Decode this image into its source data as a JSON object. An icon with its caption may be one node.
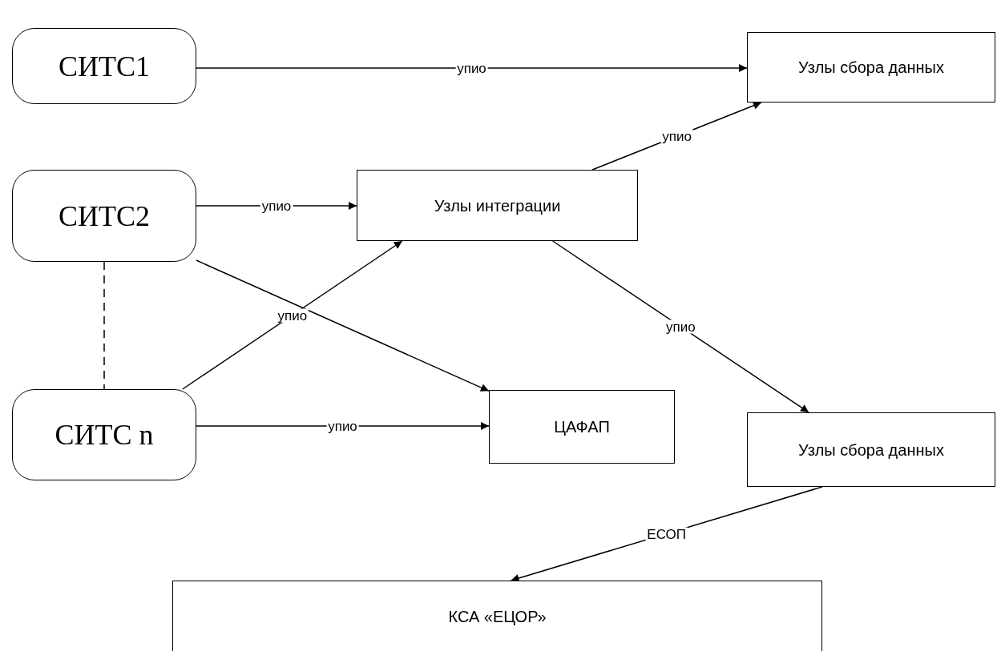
{
  "diagram": {
    "nodes": [
      {
        "text": [
          "СИТС1"
        ]
      },
      {
        "text": [
          "Узлы сбора данных"
        ]
      },
      {
        "text": [
          "СИТС2"
        ]
      },
      {
        "text": [
          "Узлы интеграции"
        ]
      },
      {
        "text": [
          "СИТС n"
        ]
      },
      {
        "text": [
          "ЦАФАП"
        ]
      },
      {
        "text": [
          "Узлы сбора данных"
        ]
      },
      {
        "text": [
          "КСА «ЕЦОР»"
        ]
      }
    ],
    "edges": [
      {
        "from": 0,
        "to": 1,
        "arrow": "to",
        "label": "упио"
      },
      {
        "from": 2,
        "to": 3,
        "arrow": "to",
        "label": "упио"
      },
      {
        "from": 3,
        "to": 1,
        "arrow": "to",
        "label": "упио"
      },
      {
        "from": 2,
        "to": 5,
        "arrow": "to"
      },
      {
        "from": 4,
        "to": 3,
        "arrow": "to",
        "label": "упио"
      },
      {
        "from": 4,
        "to": 5,
        "arrow": "to",
        "label": "упио"
      },
      {
        "from": 3,
        "to": 6,
        "arrow": "to",
        "label": "упио"
      },
      {
        "from": 6,
        "to": 7,
        "arrow": "to",
        "label": "ЕСОП"
      },
      {
        "from": 2,
        "to": 4,
        "arrow": "none",
        "style": "dashed"
      }
    ]
  }
}
